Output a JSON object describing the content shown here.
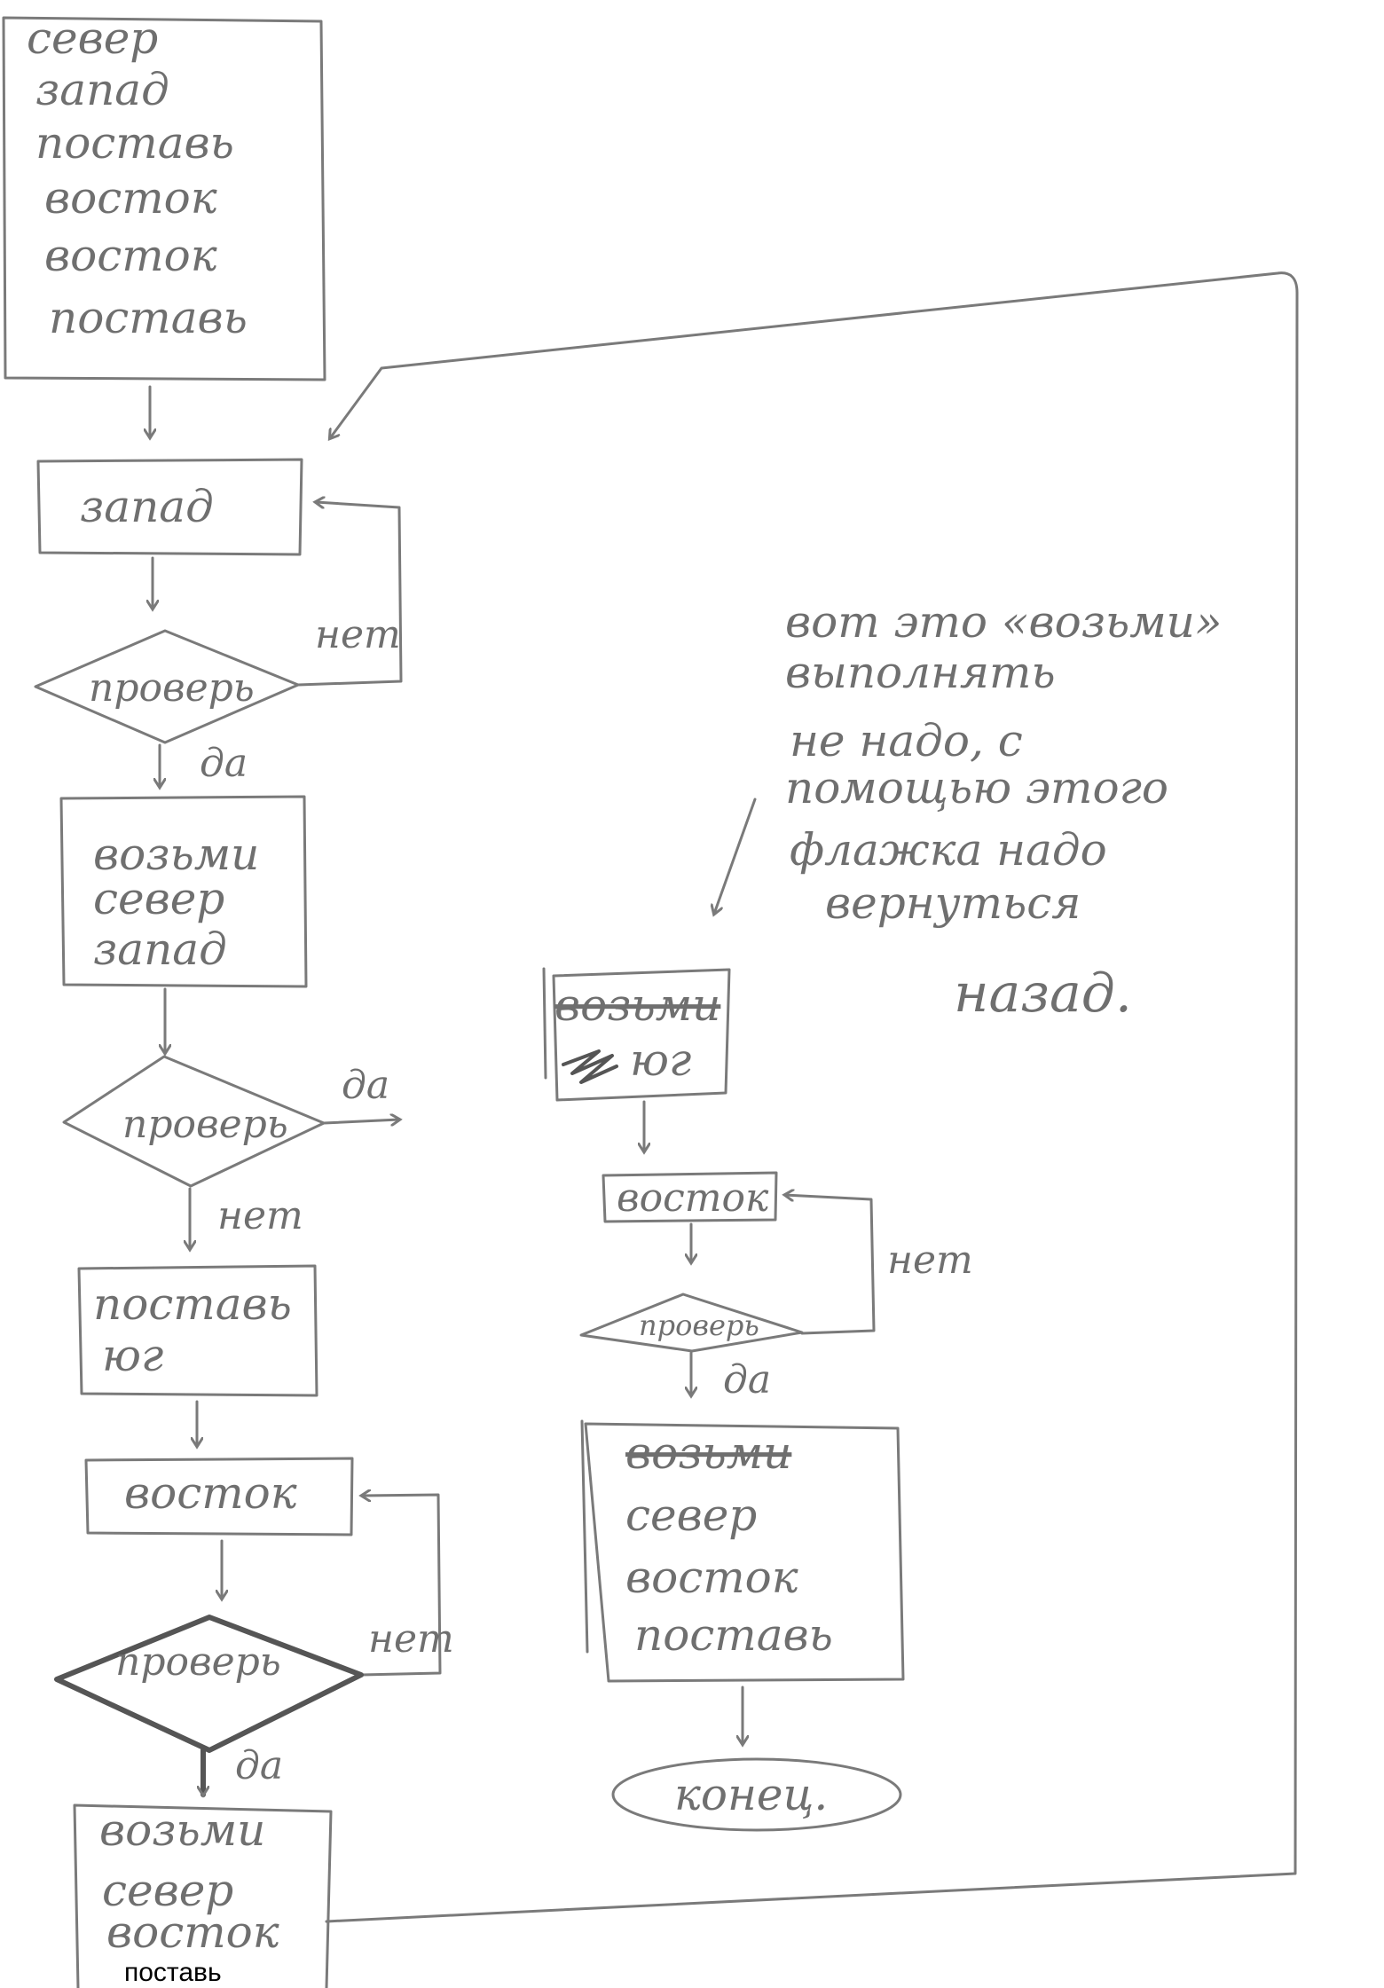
{
  "left_column": {
    "start_block": [
      "север",
      "запад",
      "поставь",
      "восток",
      "восток",
      "поставь"
    ],
    "west_block": "запад",
    "check_1": "проверь",
    "no_1": "нет",
    "yes_1": "да",
    "take_block": [
      "возьми",
      "север",
      "запад"
    ],
    "check_2": "проверь",
    "yes_2": "да",
    "no_2": "нет",
    "put_block": [
      "поставь",
      "юг"
    ],
    "east_block": "восток",
    "check_3": "проверь",
    "no_3": "нет",
    "yes_3": "да",
    "final_block": [
      "возьми",
      "север",
      "восток"
    ],
    "final_block_printed": "поставь"
  },
  "annotation": [
    "вот это «возьми»",
    "выполнять",
    "не надо, с",
    "помощью этого",
    "флажка надо",
    "вернуться",
    "назад."
  ],
  "right_column": {
    "crossed_block": [
      "возьми",
      "юг"
    ],
    "east_block": "восток",
    "no": "нет",
    "check": "проверь",
    "yes": "да",
    "last_block": [
      "возьми",
      "север",
      "восток",
      "поставь"
    ],
    "end": "конец."
  }
}
